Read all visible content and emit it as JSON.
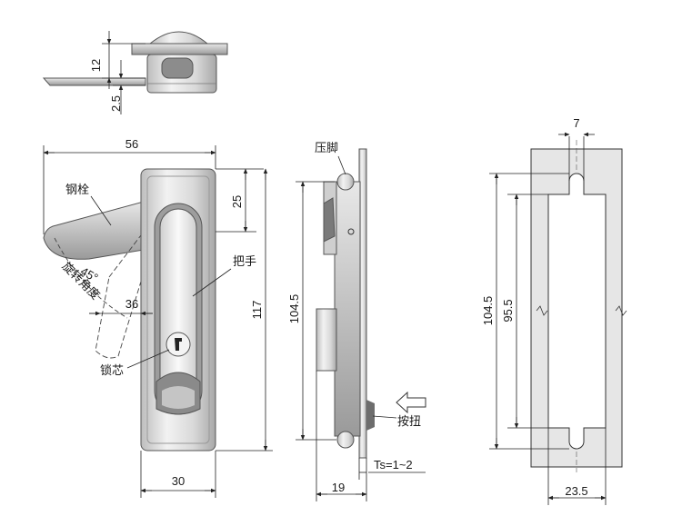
{
  "top_view": {
    "dim_height": "12",
    "dim_offset": "2.5"
  },
  "front_view": {
    "dim_width_total": "56",
    "dim_top_offset": "25",
    "dim_height_total": "117",
    "dim_handle_swing": "36",
    "dim_body_width": "30",
    "angle": "45°",
    "label_steel_bolt": "钢栓",
    "label_rotation_angle": "旋转角度",
    "label_handle": "把手",
    "label_lock_core": "锁芯"
  },
  "side_view": {
    "label_pressure_foot": "压脚",
    "label_push_button": "按扭",
    "dim_height": "104.5",
    "dim_depth": "19",
    "dim_panel_thickness": "Ts=1~2"
  },
  "cutout_view": {
    "dim_slot_width": "7",
    "dim_outer_height": "104.5",
    "dim_inner_height": "95.5",
    "dim_width": "23.5"
  }
}
